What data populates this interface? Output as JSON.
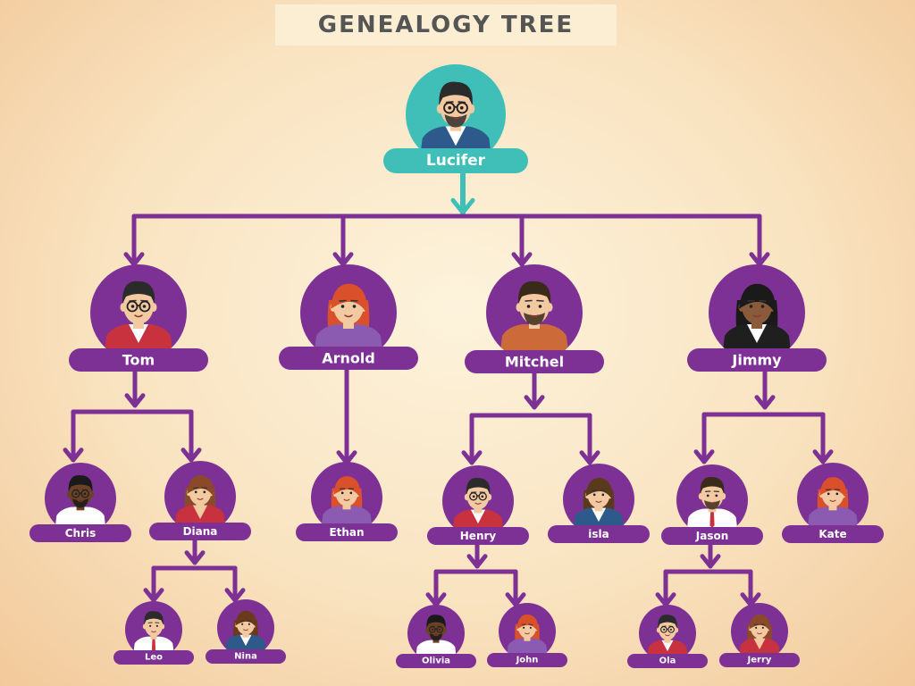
{
  "title": "GENEALOGY TREE",
  "colors": {
    "root": "#3fbfb8",
    "member": "#7e3194",
    "connector": "#7e3194",
    "root_connector": "#3fbfb8"
  },
  "members": {
    "lucifer": {
      "name": "Lucifer",
      "root": true,
      "gender": "m",
      "skin": "#f3c9a1",
      "hair": "#2b2b2b",
      "shirt": "#2d5a8a",
      "inner": "#ffffff",
      "glasses": true,
      "beard": true
    },
    "tom": {
      "name": "Tom",
      "gender": "m",
      "skin": "#f3c9a1",
      "hair": "#2b2b2b",
      "shirt": "#c8313e",
      "inner": "#ffffff",
      "glasses": true
    },
    "arnold": {
      "name": "Arnold",
      "gender": "f",
      "skin": "#f3c9a1",
      "hair": "#d9502a",
      "shirt": "#8a5bb0",
      "inner": "#8a5bb0"
    },
    "mitchel": {
      "name": "Mitchel",
      "gender": "m",
      "skin": "#f3c9a1",
      "hair": "#3a2a1a",
      "shirt": "#cc6a3a",
      "inner": "#cc6a3a",
      "beard": true
    },
    "jimmy": {
      "name": "Jimmy",
      "gender": "f",
      "skin": "#8a5a3c",
      "hair": "#1a1a1a",
      "shirt": "#1f1f1f",
      "inner": "#ffffff"
    },
    "chris": {
      "name": "Chris",
      "gender": "m",
      "skin": "#6b4226",
      "hair": "#1a1a1a",
      "shirt": "#ffffff",
      "inner": "#ffffff",
      "glasses": true,
      "beard": true
    },
    "diana": {
      "name": "Diana",
      "gender": "f",
      "skin": "#f3c9a1",
      "hair": "#8a4a2a",
      "shirt": "#c8313e",
      "inner": "#f3c9a1"
    },
    "ethan": {
      "name": "Ethan",
      "gender": "f",
      "skin": "#f3c9a1",
      "hair": "#d9502a",
      "shirt": "#8a5bb0",
      "inner": "#8a5bb0"
    },
    "henry": {
      "name": "Henry",
      "gender": "m",
      "skin": "#f3c9a1",
      "hair": "#2b2b2b",
      "shirt": "#c8313e",
      "inner": "#ffffff",
      "glasses": true
    },
    "isla": {
      "name": "isla",
      "gender": "f",
      "skin": "#f3c9a1",
      "hair": "#5a3a1a",
      "shirt": "#2d5a8a",
      "inner": "#ffffff"
    },
    "jason": {
      "name": "Jason",
      "gender": "m",
      "skin": "#f3c9a1",
      "hair": "#3a2a1a",
      "shirt": "#ffffff",
      "inner": "#ffffff",
      "beard": true,
      "tie": true
    },
    "kate": {
      "name": "Kate",
      "gender": "f",
      "skin": "#f3c9a1",
      "hair": "#d9502a",
      "shirt": "#8a5bb0",
      "inner": "#8a5bb0"
    },
    "leo": {
      "name": "Leo",
      "gender": "m",
      "skin": "#f3c9a1",
      "hair": "#2b2b2b",
      "shirt": "#ffffff",
      "inner": "#ffffff",
      "tie": true
    },
    "nina": {
      "name": "Nina",
      "gender": "f",
      "skin": "#f3c9a1",
      "hair": "#6a3a1a",
      "shirt": "#2d5a8a",
      "inner": "#ffffff"
    },
    "olivia": {
      "name": "Olivia",
      "gender": "m",
      "skin": "#6b4226",
      "hair": "#1a1a1a",
      "shirt": "#ffffff",
      "inner": "#ffffff",
      "glasses": true,
      "beard": true
    },
    "john": {
      "name": "John",
      "gender": "f",
      "skin": "#f3c9a1",
      "hair": "#d9502a",
      "shirt": "#8a5bb0",
      "inner": "#8a5bb0"
    },
    "ola": {
      "name": "Ola",
      "gender": "m",
      "skin": "#f3c9a1",
      "hair": "#2b2b2b",
      "shirt": "#c8313e",
      "inner": "#ffffff",
      "glasses": true
    },
    "jerry": {
      "name": "Jerry",
      "gender": "f",
      "skin": "#f3c9a1",
      "hair": "#8a4a2a",
      "shirt": "#c8313e",
      "inner": "#f3c9a1"
    }
  },
  "relations": [
    {
      "parent": "lucifer",
      "children": [
        "tom",
        "arnold",
        "mitchel",
        "jimmy"
      ]
    },
    {
      "parent": "tom",
      "children": [
        "chris",
        "diana"
      ]
    },
    {
      "parent": "arnold",
      "children": [
        "ethan"
      ]
    },
    {
      "parent": "mitchel",
      "children": [
        "henry",
        "isla"
      ]
    },
    {
      "parent": "jimmy",
      "children": [
        "jason",
        "kate"
      ]
    },
    {
      "parent": "diana",
      "children": [
        "leo",
        "nina"
      ]
    },
    {
      "parent": "henry",
      "children": [
        "olivia",
        "john"
      ]
    },
    {
      "parent": "jason",
      "children": [
        "ola",
        "jerry"
      ]
    }
  ]
}
